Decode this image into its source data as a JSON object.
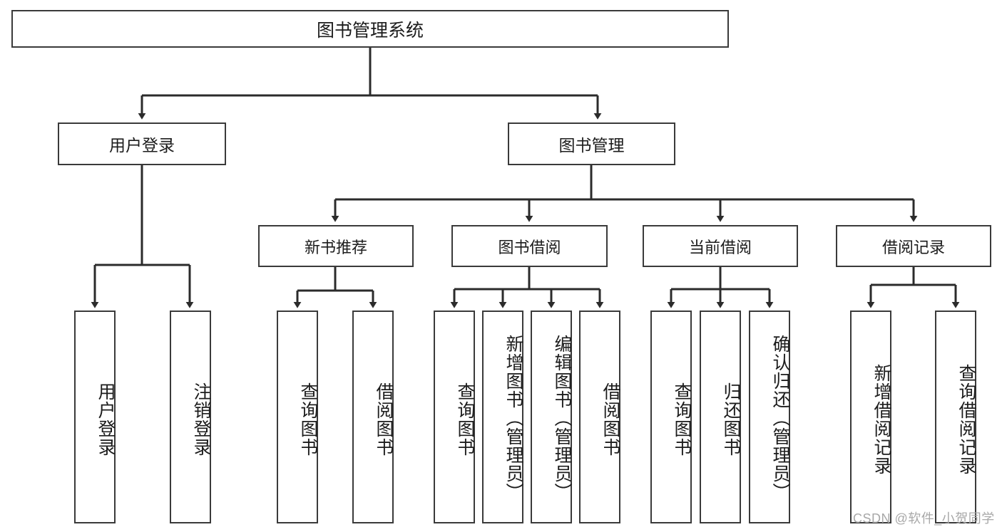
{
  "diagram": {
    "title": "图书管理系统",
    "type": "hierarchy-tree",
    "root": {
      "id": "root",
      "label": "图书管理系统"
    },
    "level1": [
      {
        "id": "user-login",
        "label": "用户登录"
      },
      {
        "id": "book-manage",
        "label": "图书管理"
      }
    ],
    "level2": [
      {
        "id": "new-book-recommend",
        "label": "新书推荐",
        "parent": "book-manage"
      },
      {
        "id": "book-borrow",
        "label": "图书借阅",
        "parent": "book-manage"
      },
      {
        "id": "current-borrow",
        "label": "当前借阅",
        "parent": "book-manage"
      },
      {
        "id": "borrow-record",
        "label": "借阅记录",
        "parent": "book-manage"
      }
    ],
    "leaves": [
      {
        "id": "leaf-user-login",
        "label": "用户登录",
        "parent": "user-login"
      },
      {
        "id": "leaf-user-logout",
        "label": "注销登录",
        "parent": "user-login"
      },
      {
        "id": "leaf-query-book-1",
        "label": "查询图书",
        "parent": "new-book-recommend"
      },
      {
        "id": "leaf-borrow-book-1",
        "label": "借阅图书",
        "parent": "new-book-recommend"
      },
      {
        "id": "leaf-query-book-2",
        "label": "查询图书",
        "parent": "book-borrow"
      },
      {
        "id": "leaf-add-book",
        "label": "新增图书（管理员）",
        "parent": "book-borrow"
      },
      {
        "id": "leaf-edit-book",
        "label": "编辑图书（管理员）",
        "parent": "book-borrow"
      },
      {
        "id": "leaf-borrow-book-2",
        "label": "借阅图书",
        "parent": "book-borrow"
      },
      {
        "id": "leaf-query-book-3",
        "label": "查询图书",
        "parent": "current-borrow"
      },
      {
        "id": "leaf-return-book",
        "label": "归还图书",
        "parent": "current-borrow"
      },
      {
        "id": "leaf-confirm-return",
        "label": "确认归还（管理员）",
        "parent": "current-borrow"
      },
      {
        "id": "leaf-add-record",
        "label": "新增借阅记录",
        "parent": "borrow-record"
      },
      {
        "id": "leaf-query-record",
        "label": "查询借阅记录",
        "parent": "borrow-record"
      }
    ],
    "watermark": "CSDN @软件_小贺同学",
    "colors": {
      "border": "#3a3a3a",
      "background": "#ffffff",
      "text": "#1c1c1c",
      "edge": "#2b2b2b",
      "watermark": "#a8a8a8"
    }
  }
}
